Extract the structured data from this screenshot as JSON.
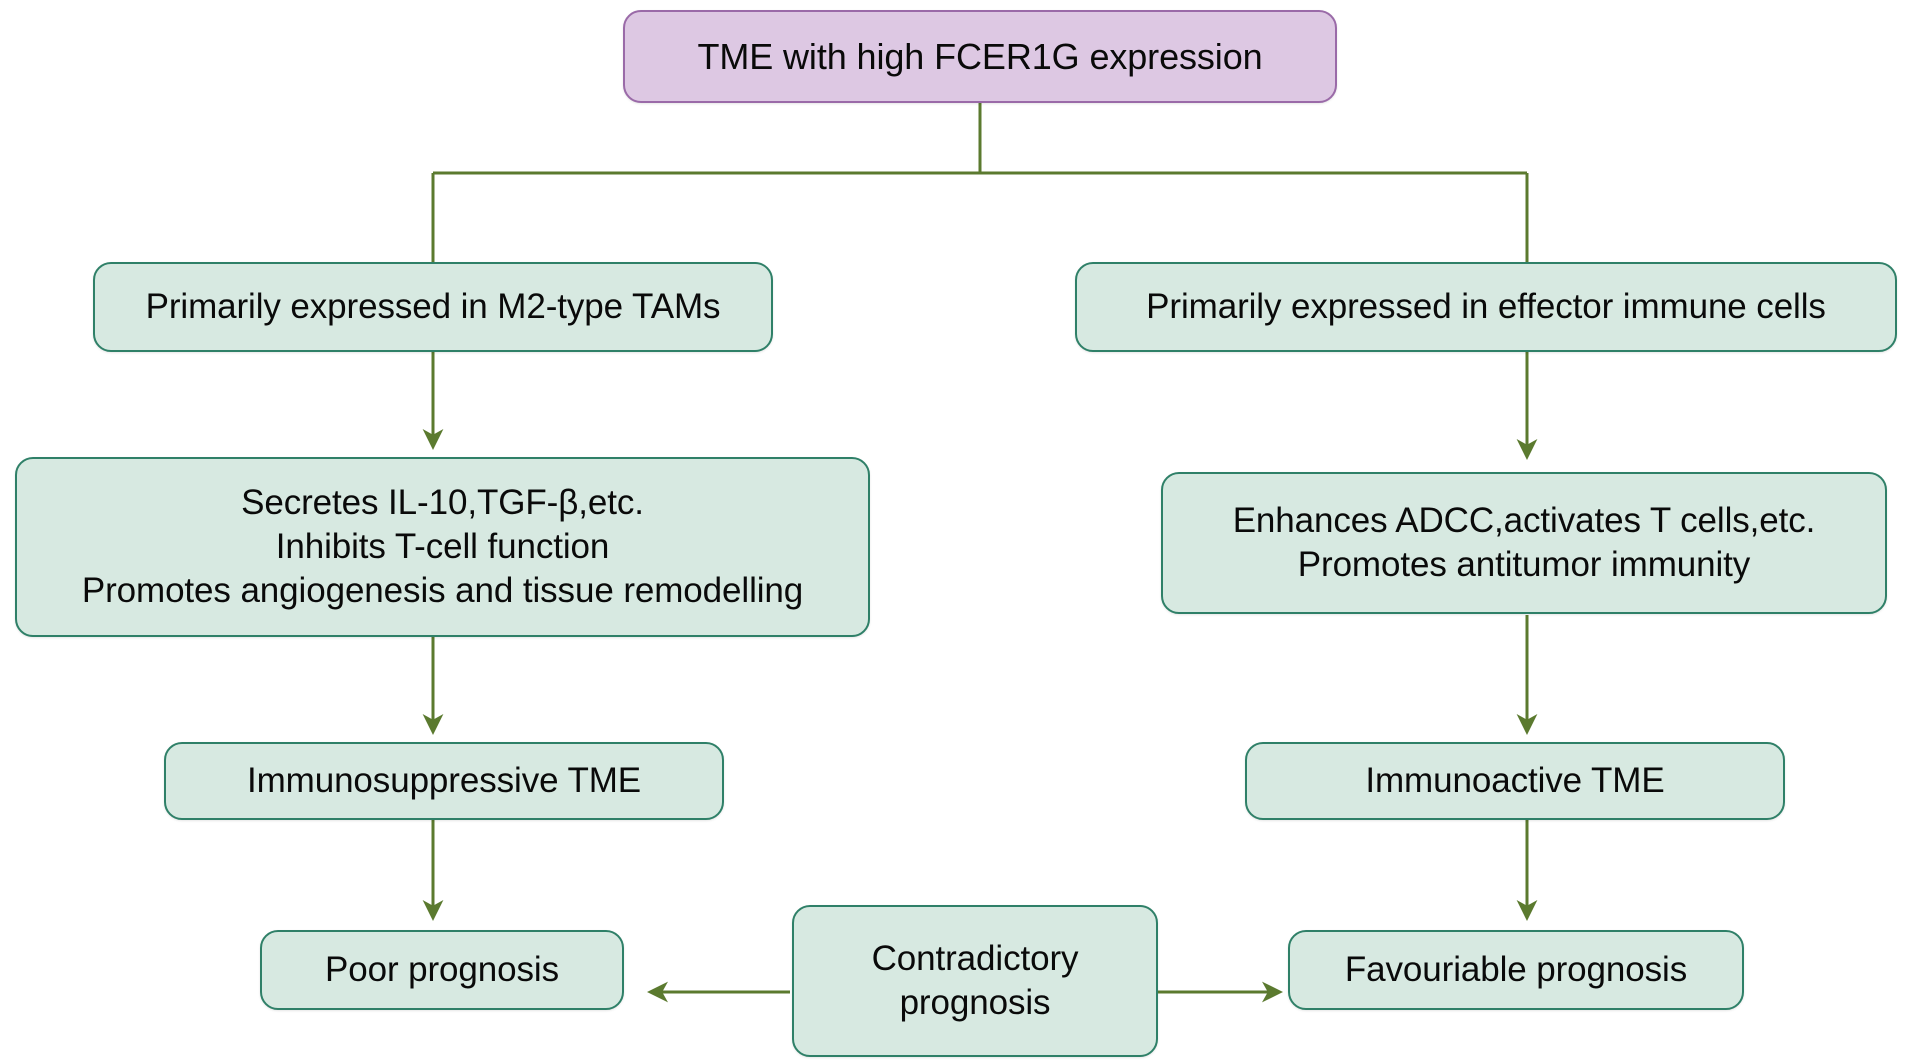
{
  "diagram": {
    "title_node": {
      "id": "tme-high-fcer1g",
      "label": "TME with high FCER1G expression"
    },
    "colors": {
      "purple_fill": "#ddc8e3",
      "purple_border": "#9a6aa8",
      "green_fill": "#d7e9e1",
      "green_border": "#2f8068",
      "connector": "#5b7a2f",
      "text": "#0a0a0a",
      "background": "#ffffff"
    },
    "branches": {
      "left": {
        "expression": "Primarily expressed in M2-type TAMs",
        "effects": "Secretes IL-10,TGF-β,etc.\nInhibits T-cell function\nPromotes angiogenesis and tissue remodelling",
        "microenvironment": "Immunosuppressive TME",
        "prognosis": "Poor prognosis"
      },
      "right": {
        "expression": "Primarily expressed in effector immune cells",
        "effects": "Enhances ADCC,activates T cells,etc.\nPromotes antitumor immunity",
        "microenvironment": "Immunoactive TME",
        "prognosis": "Favouriable prognosis"
      }
    },
    "center": {
      "contradictory": "Contradictory\nprognosis"
    },
    "edges": [
      {
        "name": "root-split-to-left-branch",
        "from": "tme-high-fcer1g",
        "to": "left-expression",
        "style": "elbow"
      },
      {
        "name": "root-split-to-right-branch",
        "from": "tme-high-fcer1g",
        "to": "right-expression",
        "style": "elbow"
      },
      {
        "name": "left-expression-to-effects",
        "from": "left-expression",
        "to": "left-effects",
        "style": "arrow-down"
      },
      {
        "name": "left-effects-to-microenvironment",
        "from": "left-effects",
        "to": "left-microenvironment",
        "style": "arrow-down"
      },
      {
        "name": "left-microenvironment-to-prognosis",
        "from": "left-microenvironment",
        "to": "left-prognosis",
        "style": "arrow-down"
      },
      {
        "name": "right-expression-to-effects",
        "from": "right-expression",
        "to": "right-effects",
        "style": "arrow-down"
      },
      {
        "name": "right-effects-to-microenvironment",
        "from": "right-effects",
        "to": "right-microenvironment",
        "style": "arrow-down"
      },
      {
        "name": "right-microenvironment-to-prognosis",
        "from": "right-microenvironment",
        "to": "right-prognosis",
        "style": "arrow-down"
      },
      {
        "name": "contradictory-to-poor-prognosis",
        "from": "contradictory",
        "to": "left-prognosis",
        "style": "arrow-left"
      },
      {
        "name": "contradictory-to-favouriable-prognosis",
        "from": "contradictory",
        "to": "right-prognosis",
        "style": "arrow-right"
      }
    ]
  }
}
